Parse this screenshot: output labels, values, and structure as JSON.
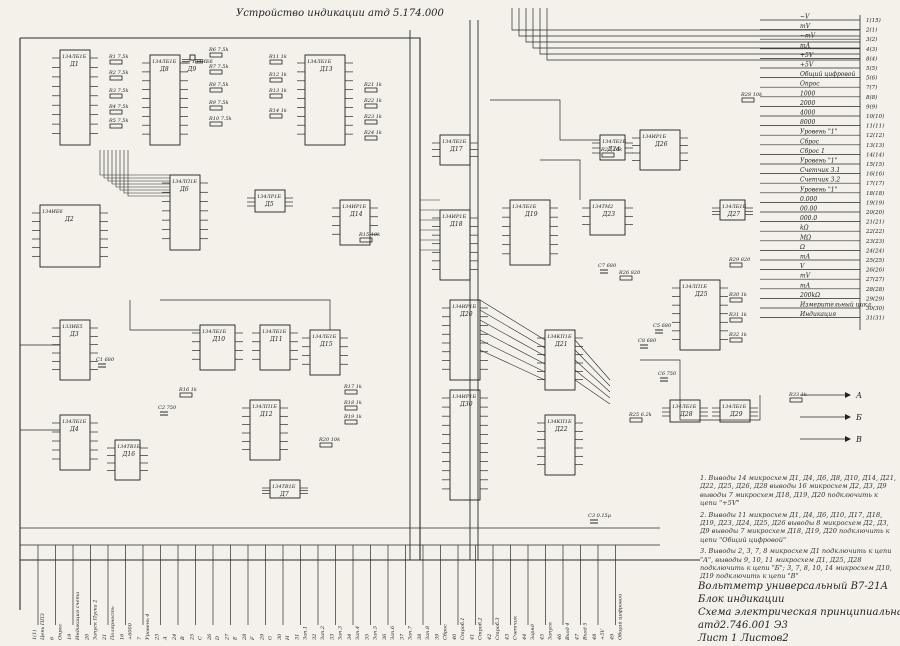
{
  "sheet": {
    "title": "Устройство индикации атд 5.174.000"
  },
  "title_block": {
    "device": "Вольтметр универсальный В7-21А",
    "unit": "Блок индикации",
    "doc_type": "Схема электрическая принципиальная",
    "doc_number": "атд2.746.001 Э3",
    "sheet_info": "Лист 1 Листов2"
  },
  "notes": [
    "1. Выводы 14 микросхем Д1, Д4, Д6, Д8, Д10, Д14, Д21, Д22, Д25, Д26, Д28 выводы 16 микросхем Д2, Д3, Д9 выводы 7 микросхем Д18, Д19, Д20 подключить к цепи \"+5V\"",
    "2. Выводы 11 микросхем Д1, Д4, Д6, Д10, Д17, Д18, Д19, Д23, Д24, Д25, Д26 выводы 8 микросхем Д2, Д3, Д9 выводы 7 микросхем Д18, Д19, Д20 подключить к цепи \"Общий цифровой\"",
    "3. Выводы 2, 3, 7, 8 микросхем Д1 подключить к цепи \"А\", выводы 9, 10, 11 микросхем Д1, Д25, Д28 подключить к цепи \"Б\"; 3, 7, 8, 10, 14 микросхем Д10, Д19 подключить к цепи \"В\""
  ],
  "chips": [
    {
      "ref": "Д1",
      "type": "134ЛБ1Б"
    },
    {
      "ref": "Д2",
      "type": "134ИЕ6"
    },
    {
      "ref": "Д3",
      "type": "133ИЕ5"
    },
    {
      "ref": "Д4",
      "type": "134ЛБ1Б"
    },
    {
      "ref": "Д5",
      "type": "134ЛР1Б"
    },
    {
      "ref": "Д6",
      "type": "134ЛП1Б"
    },
    {
      "ref": "Д7",
      "type": "134ТВ1Б"
    },
    {
      "ref": "Д8",
      "type": "134ЛБ1Б"
    },
    {
      "ref": "Д9",
      "type": "134ИЕ6"
    },
    {
      "ref": "Д10",
      "type": "134ЛБ1Б"
    },
    {
      "ref": "Д11",
      "type": "134ЛБ1Б"
    },
    {
      "ref": "Д12",
      "type": "134ЛП1Б"
    },
    {
      "ref": "Д13",
      "type": "134ЛБ1Б"
    },
    {
      "ref": "Д14",
      "type": "134ИР1Б"
    },
    {
      "ref": "Д15",
      "type": "134ЛБ1Б"
    },
    {
      "ref": "Д16",
      "type": "134ТВ1Б"
    },
    {
      "ref": "Д17",
      "type": "134ЛБ1Б"
    },
    {
      "ref": "Д18",
      "type": "134ИР1Б"
    },
    {
      "ref": "Д19",
      "type": "134ЛБ1Б"
    },
    {
      "ref": "Д20",
      "type": "134ИР1Б"
    },
    {
      "ref": "Д21",
      "type": "134КП1Б"
    },
    {
      "ref": "Д22",
      "type": "134КП1Б"
    },
    {
      "ref": "Д23",
      "type": "134ТМ2"
    },
    {
      "ref": "Д24",
      "type": "134ЛБ1Б"
    },
    {
      "ref": "Д25",
      "type": "134ЛП1Б"
    },
    {
      "ref": "Д26",
      "type": "134ИР1Б"
    },
    {
      "ref": "Д27",
      "type": "134ЛБ1Б"
    },
    {
      "ref": "Д28",
      "type": "134ЛБ1Б"
    },
    {
      "ref": "Д29",
      "type": "134ЛБ1Б"
    },
    {
      "ref": "Д30",
      "type": "134ИР1Б"
    }
  ],
  "right_signals": [
    {
      "label": "~V",
      "pin": "1(15)"
    },
    {
      "label": "mV",
      "pin": "2(1)"
    },
    {
      "label": "~mV",
      "pin": "3(2)"
    },
    {
      "label": "mA",
      "pin": "4(3)"
    },
    {
      "label": "+5V",
      "pin": "8(4)"
    },
    {
      "label": "+5V",
      "pin": "5(5)"
    },
    {
      "label": "Общий цифровой",
      "pin": "5(6)"
    },
    {
      "label": "Опрос",
      "pin": "7(7)"
    },
    {
      "label": "1000",
      "pin": "8(8)"
    },
    {
      "label": "2000",
      "pin": "9(9)"
    },
    {
      "label": "4000",
      "pin": "10(10)"
    },
    {
      "label": "8000",
      "pin": "11(11)"
    },
    {
      "label": "Уровень \"1\"",
      "pin": "12(12)"
    },
    {
      "label": "Сброс",
      "pin": "13(13)"
    },
    {
      "label": "Сброс 1",
      "pin": "14(14)"
    },
    {
      "label": "Уровень \"1\"",
      "pin": "15(15)"
    },
    {
      "label": "Счетчик 3.1",
      "pin": "16(16)"
    },
    {
      "label": "Счетчик 3.2",
      "pin": "17(17)"
    },
    {
      "label": "Уровень \"1\"",
      "pin": "18(18)"
    },
    {
      "label": "0.000",
      "pin": "19(19)"
    },
    {
      "label": "00.00",
      "pin": "20(20)"
    },
    {
      "label": "000.0",
      "pin": "21(21)"
    },
    {
      "label": "kΩ",
      "pin": "22(22)"
    },
    {
      "label": "MΩ",
      "pin": "23(23)"
    },
    {
      "label": "Ω",
      "pin": "24(24)"
    },
    {
      "label": "mA",
      "pin": "25(25)"
    },
    {
      "label": "V",
      "pin": "26(26)"
    },
    {
      "label": "mV",
      "pin": "27(27)"
    },
    {
      "label": "mA",
      "pin": "28(28)"
    },
    {
      "label": "200kΩ",
      "pin": "29(29)"
    },
    {
      "label": "Измерительный цикл",
      "pin": "30(30)"
    },
    {
      "label": "Индикация",
      "pin": "31(31)"
    }
  ],
  "outputs": [
    {
      "label": "А"
    },
    {
      "label": "Б"
    },
    {
      "label": "В"
    }
  ],
  "bottom_signals": [
    {
      "pin": "1(1)",
      "label": "Цепь ППЗ"
    },
    {
      "pin": "6",
      "label": "Опрос"
    },
    {
      "pin": "19",
      "label": "Индикация счета"
    },
    {
      "pin": "20",
      "label": "Запуск Пуска 2"
    },
    {
      "pin": "21",
      "label": "Полярность"
    },
    {
      "pin": "16",
      "label": "+6000"
    },
    {
      "pin": "7",
      "label": "Уровень 4"
    },
    {
      "pin": "23",
      "label": "A"
    },
    {
      "pin": "24",
      "label": "B"
    },
    {
      "pin": "25",
      "label": "C"
    },
    {
      "pin": "26",
      "label": "D"
    },
    {
      "pin": "27",
      "label": "E"
    },
    {
      "pin": "28",
      "label": "F"
    },
    {
      "pin": "29",
      "label": "G"
    },
    {
      "pin": "30",
      "label": "H"
    },
    {
      "pin": "31",
      "label": "Зап.1"
    },
    {
      "pin": "32",
      "label": "Зап.2"
    },
    {
      "pin": "33",
      "label": "Зап.3"
    },
    {
      "pin": "34",
      "label": "Зап.4"
    },
    {
      "pin": "35",
      "label": "Зап.5"
    },
    {
      "pin": "36",
      "label": "Зап.6"
    },
    {
      "pin": "37",
      "label": "Зап.7"
    },
    {
      "pin": "38",
      "label": "Зап.8"
    },
    {
      "pin": "39",
      "label": "Сброс"
    },
    {
      "pin": "40",
      "label": "Строб.1"
    },
    {
      "pin": "41",
      "label": "Строб.2"
    },
    {
      "pin": "42",
      "label": "Строб.3"
    },
    {
      "pin": "43",
      "label": "Счетчик"
    },
    {
      "pin": "44",
      "label": "Заряд"
    },
    {
      "pin": "45",
      "label": "Запуск"
    },
    {
      "pin": "46",
      "label": "Вход 4"
    },
    {
      "pin": "47",
      "label": "Вход 5"
    },
    {
      "pin": "48",
      "label": "+5V"
    },
    {
      "pin": "49",
      "label": "Общий цифровой"
    }
  ],
  "resistors": [
    {
      "ref": "R1",
      "value": "7.5k"
    },
    {
      "ref": "R2",
      "value": "7.5k"
    },
    {
      "ref": "R3",
      "value": "7.5k"
    },
    {
      "ref": "R4",
      "value": "7.5k"
    },
    {
      "ref": "R5",
      "value": "7.5k"
    },
    {
      "ref": "R6",
      "value": "7.5k"
    },
    {
      "ref": "R7",
      "value": "7.5k"
    },
    {
      "ref": "R8",
      "value": "7.5k"
    },
    {
      "ref": "R9",
      "value": "7.5k"
    },
    {
      "ref": "R10",
      "value": "7.5k"
    },
    {
      "ref": "R11",
      "value": "1k"
    },
    {
      "ref": "R12",
      "value": "1k"
    },
    {
      "ref": "R13",
      "value": "1k"
    },
    {
      "ref": "R14",
      "value": "1k"
    },
    {
      "ref": "R15",
      "value": "10k"
    },
    {
      "ref": "R16",
      "value": "1k"
    },
    {
      "ref": "R17",
      "value": "1k"
    },
    {
      "ref": "R18",
      "value": "1k"
    },
    {
      "ref": "R19",
      "value": "1k"
    },
    {
      "ref": "R20",
      "value": "10k"
    },
    {
      "ref": "R21",
      "value": "1k"
    },
    {
      "ref": "R22",
      "value": "1k"
    },
    {
      "ref": "R23",
      "value": "1k"
    },
    {
      "ref": "R24",
      "value": "1k"
    },
    {
      "ref": "R25",
      "value": "6.2k"
    },
    {
      "ref": "R26",
      "value": "820"
    },
    {
      "ref": "R27",
      "value": "10k"
    },
    {
      "ref": "R28",
      "value": "10k"
    },
    {
      "ref": "R29",
      "value": "820"
    },
    {
      "ref": "R30",
      "value": "1k"
    },
    {
      "ref": "R31",
      "value": "1k"
    },
    {
      "ref": "R32",
      "value": "1k"
    },
    {
      "ref": "R33",
      "value": "1k"
    }
  ],
  "capacitors": [
    {
      "ref": "C1",
      "value": "680"
    },
    {
      "ref": "C2",
      "value": "750"
    },
    {
      "ref": "C3",
      "value": "0.15μ"
    },
    {
      "ref": "C5",
      "value": "680"
    },
    {
      "ref": "C6",
      "value": "750"
    },
    {
      "ref": "C7",
      "value": "680"
    },
    {
      "ref": "C8",
      "value": "680"
    }
  ]
}
